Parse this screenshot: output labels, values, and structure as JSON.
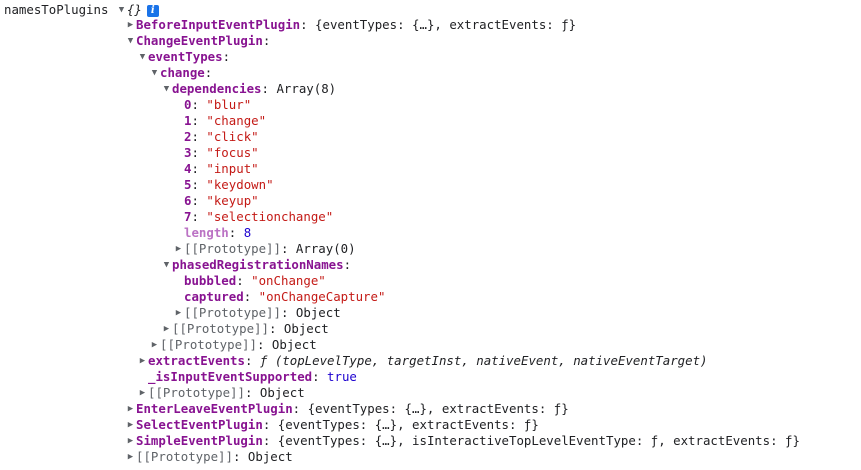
{
  "root": {
    "name": "namesToPlugins",
    "summary": "{}",
    "info_icon": "info-icon",
    "info_glyph": "i"
  },
  "rows": [
    {
      "key": "BeforeInputEventPlugin",
      "sep": ": ",
      "value": "{eventTypes: {…}, extractEvents: ƒ}"
    },
    {
      "key": "ChangeEventPlugin",
      "sep": ":",
      "value": ""
    },
    {
      "key": "eventTypes",
      "sep": ":",
      "value": ""
    },
    {
      "key": "change",
      "sep": ":",
      "value": ""
    },
    {
      "key": "dependencies",
      "sep": ": ",
      "value": "Array(8)"
    },
    {
      "key": "0",
      "sep": ": ",
      "value": "\"blur\""
    },
    {
      "key": "1",
      "sep": ": ",
      "value": "\"change\""
    },
    {
      "key": "2",
      "sep": ": ",
      "value": "\"click\""
    },
    {
      "key": "3",
      "sep": ": ",
      "value": "\"focus\""
    },
    {
      "key": "4",
      "sep": ": ",
      "value": "\"input\""
    },
    {
      "key": "5",
      "sep": ": ",
      "value": "\"keydown\""
    },
    {
      "key": "6",
      "sep": ": ",
      "value": "\"keyup\""
    },
    {
      "key": "7",
      "sep": ": ",
      "value": "\"selectionchange\""
    },
    {
      "key": "length",
      "sep": ": ",
      "value": "8"
    },
    {
      "key": "[[Prototype]]",
      "sep": ": ",
      "value": "Array(0)"
    },
    {
      "key": "phasedRegistrationNames",
      "sep": ":",
      "value": ""
    },
    {
      "key": "bubbled",
      "sep": ": ",
      "value": "\"onChange\""
    },
    {
      "key": "captured",
      "sep": ": ",
      "value": "\"onChangeCapture\""
    },
    {
      "key": "[[Prototype]]",
      "sep": ": ",
      "value": "Object"
    },
    {
      "key": "[[Prototype]]",
      "sep": ": ",
      "value": "Object"
    },
    {
      "key": "[[Prototype]]",
      "sep": ": ",
      "value": "Object"
    },
    {
      "key": "extractEvents",
      "sep": ": ",
      "value_prefix": "ƒ ",
      "value": "(topLevelType, targetInst, nativeEvent, nativeEventTarget)"
    },
    {
      "key": "_isInputEventSupported",
      "sep": ": ",
      "value": "true"
    },
    {
      "key": "[[Prototype]]",
      "sep": ": ",
      "value": "Object"
    },
    {
      "key": "EnterLeaveEventPlugin",
      "sep": ": ",
      "value": "{eventTypes: {…}, extractEvents: ƒ}"
    },
    {
      "key": "SelectEventPlugin",
      "sep": ": ",
      "value": "{eventTypes: {…}, extractEvents: ƒ}"
    },
    {
      "key": "SimpleEventPlugin",
      "sep": ": ",
      "value": "{eventTypes: {…}, isInteractiveTopLevelEventType: ƒ, extractEvents: ƒ}"
    },
    {
      "key": "[[Prototype]]",
      "sep": ": ",
      "value": "Object"
    }
  ],
  "colors": {
    "key": "#881391",
    "key_dim": "#bb72c4",
    "string": "#c41a16",
    "number": "#1c00cf",
    "text": "#202124",
    "triangle": "#5f6368",
    "info_icon_bg": "#1a73e8"
  }
}
